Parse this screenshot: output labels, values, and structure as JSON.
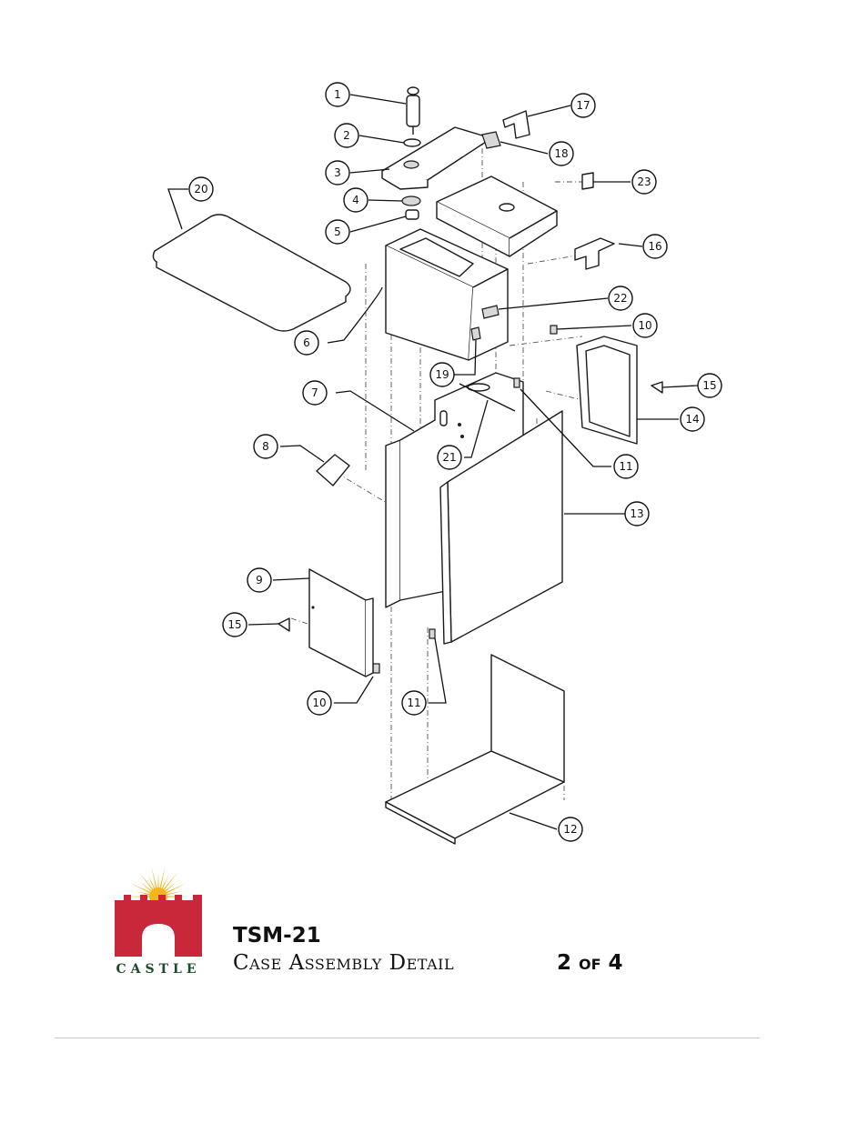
{
  "document": {
    "model": "TSM-21",
    "description": "Case Assembly Detail",
    "page": "2 of 4"
  },
  "logo": {
    "word": "CASTLE",
    "colors": {
      "sun": "#f2b51c",
      "tower": "#c8283a",
      "word": "#1e4a2e"
    }
  },
  "callouts": [
    {
      "id": "c1",
      "label": "1"
    },
    {
      "id": "c2",
      "label": "2"
    },
    {
      "id": "c3",
      "label": "3"
    },
    {
      "id": "c4",
      "label": "4"
    },
    {
      "id": "c5",
      "label": "5"
    },
    {
      "id": "c6",
      "label": "6"
    },
    {
      "id": "c7",
      "label": "7"
    },
    {
      "id": "c8",
      "label": "8"
    },
    {
      "id": "c9",
      "label": "9"
    },
    {
      "id": "c10a",
      "label": "10"
    },
    {
      "id": "c10b",
      "label": "10"
    },
    {
      "id": "c11a",
      "label": "11"
    },
    {
      "id": "c11b",
      "label": "11"
    },
    {
      "id": "c12",
      "label": "12"
    },
    {
      "id": "c13",
      "label": "13"
    },
    {
      "id": "c14",
      "label": "14"
    },
    {
      "id": "c15a",
      "label": "15"
    },
    {
      "id": "c15b",
      "label": "15"
    },
    {
      "id": "c16",
      "label": "16"
    },
    {
      "id": "c17",
      "label": "17"
    },
    {
      "id": "c18",
      "label": "18"
    },
    {
      "id": "c19",
      "label": "19"
    },
    {
      "id": "c20",
      "label": "20"
    },
    {
      "id": "c21",
      "label": "21"
    },
    {
      "id": "c22",
      "label": "22"
    },
    {
      "id": "c23",
      "label": "23"
    }
  ]
}
